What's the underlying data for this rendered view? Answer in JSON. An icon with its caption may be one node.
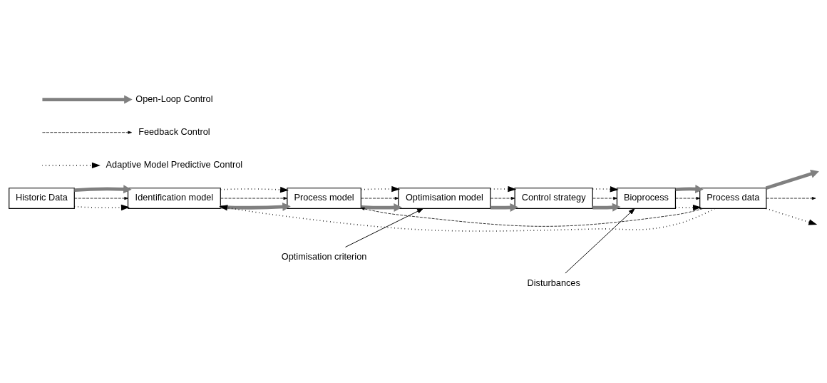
{
  "diagram": {
    "nodes": [
      {
        "text": [
          "Historic Data"
        ]
      },
      {
        "text": [
          "Identification model"
        ]
      },
      {
        "text": [
          "Process model"
        ]
      },
      {
        "text": [
          "Optimisation criterion"
        ]
      },
      {
        "text": [
          "Optimisation model"
        ]
      },
      {
        "text": [
          "Control strategy"
        ]
      },
      {
        "text": [
          "Disturbances"
        ]
      },
      {
        "text": [
          "Bioprocess"
        ]
      },
      {
        "text": [
          "Process data"
        ]
      }
    ],
    "edges": [
      {
        "from": 0,
        "to": 1,
        "arrow": "to",
        "style": "dashed",
        "color": "#000000"
      },
      {
        "from": 0,
        "to": 1,
        "arrow": "to",
        "style": "dashed"
      },
      {
        "from": 0,
        "to": 1,
        "arrow": "to",
        "style": "thick",
        "color": "#808080"
      },
      {
        "from": 1,
        "to": 2,
        "arrow": "to",
        "style": "thick",
        "color": "#808080"
      },
      {
        "from": 1,
        "to": 2,
        "arrow": "to",
        "style": "dashed"
      },
      {
        "from": 1,
        "to": 2,
        "arrow": "to",
        "style": "dashed",
        "color": "#000000"
      },
      {
        "from": 2,
        "to": 4,
        "arrow": "to",
        "style": "thick",
        "color": "#808080"
      },
      {
        "from": 2,
        "to": 4,
        "arrow": "to",
        "style": "dashed"
      },
      {
        "from": 2,
        "to": 4,
        "arrow": "to",
        "style": "dashed",
        "color": "#000000"
      },
      {
        "from": 3,
        "to": 4,
        "arrow": "to"
      },
      {
        "from": 4,
        "to": 5,
        "arrow": "to",
        "style": "thick",
        "color": "#808080"
      },
      {
        "from": 4,
        "to": 5,
        "arrow": "to",
        "style": "dashed"
      },
      {
        "from": 4,
        "to": 5,
        "arrow": "to",
        "style": "dashed",
        "color": "#000000"
      },
      {
        "from": 5,
        "to": 7,
        "arrow": "to",
        "style": "thick",
        "color": "#808080"
      },
      {
        "from": 5,
        "to": 7,
        "arrow": "to",
        "style": "dashed"
      },
      {
        "from": 5,
        "to": 7,
        "arrow": "to",
        "style": "dashed",
        "color": "#000000"
      },
      {
        "from": 6,
        "to": 7,
        "arrow": "to"
      },
      {
        "from": 7,
        "to": 8,
        "arrow": "to",
        "style": "dashed",
        "color": "#000000"
      },
      {
        "from": 7,
        "to": 8,
        "arrow": "to",
        "style": "dashed"
      },
      {
        "from": 7,
        "to": 8,
        "arrow": "to",
        "style": "thick",
        "color": "#808080"
      },
      {
        "from": 8,
        "to": 2,
        "arrow": "to",
        "style": "dashed"
      },
      {
        "from": 8,
        "to": 1,
        "arrow": "to",
        "style": "dashed",
        "color": "#000000"
      },
      {
        "from": 8,
        "to": null,
        "arrow": "to",
        "style": "thick",
        "color": "#808080"
      },
      {
        "from": 8,
        "to": null,
        "arrow": "to",
        "style": "dashed"
      },
      {
        "from": 8,
        "to": null,
        "arrow": "to",
        "style": "dashed",
        "color": "#000000"
      }
    ],
    "legend": [
      {
        "text": "Open-Loop Control"
      },
      {
        "text": "Feedback Control"
      },
      {
        "text": "Adaptive Model Predictive Control"
      }
    ]
  }
}
